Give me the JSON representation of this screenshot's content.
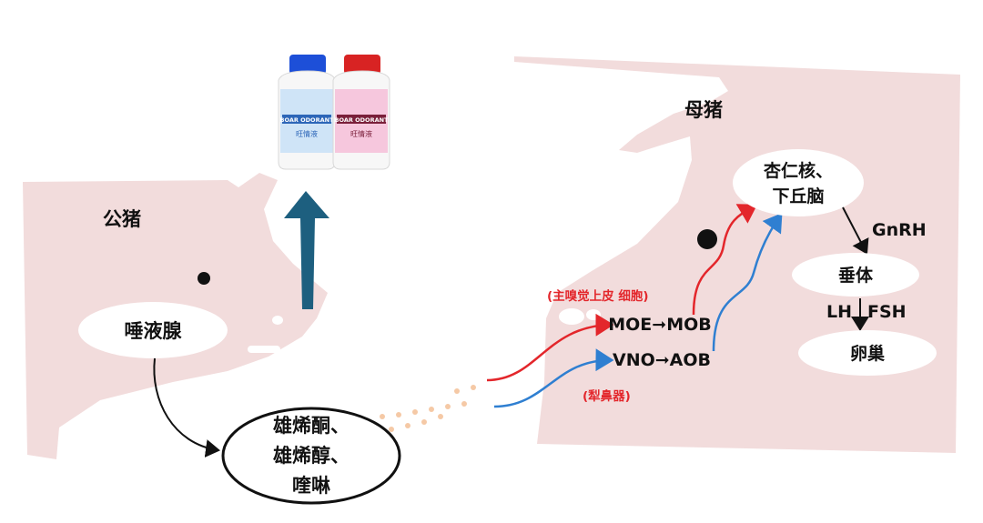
{
  "boar": {
    "label": "公猪",
    "gland": "唾液腺",
    "pheromones": [
      "雄烯酮、",
      "雄烯醇、",
      "喹啉"
    ]
  },
  "sow": {
    "label": "母猪",
    "brain": [
      "杏仁核、",
      "下丘脑"
    ],
    "hormone": "GnRH",
    "pituitary": "垂体",
    "lh_fsh": "LH",
    "fsh": "FSH",
    "ovary": "卵巢",
    "moe_path": "MOE➞MOB",
    "vno_path": "VNO➞AOB",
    "moe_note": "(主嗅觉上皮 细胞)",
    "vno_note": "(犁鼻器)"
  },
  "products": {
    "left_bottle": {
      "brand": "BOAR ODORANT",
      "name": "旺情液"
    },
    "right_bottle": {
      "brand": "BOAR ODORANT",
      "name": "旺情液"
    }
  },
  "colors": {
    "pig": "#f2dcdc",
    "red_arrow": "#e3262b",
    "blue_arrow": "#2f7fd1",
    "big_arrow": "#1d5f7f",
    "dots": "#f5c9a6",
    "note_red": "#e3262b"
  }
}
